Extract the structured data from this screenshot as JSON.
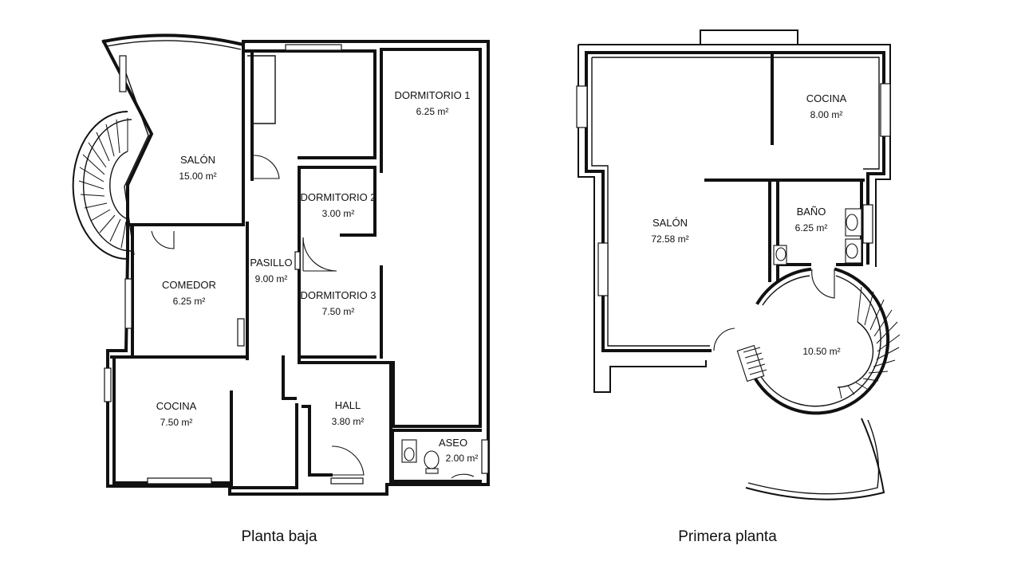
{
  "planta_baja": {
    "caption": "Planta baja",
    "rooms": [
      {
        "name": "SALÓN",
        "area": "15.00 m²"
      },
      {
        "name": "COMEDOR",
        "area": "6.25 m²"
      },
      {
        "name": "COCINA",
        "area": "7.50 m²"
      },
      {
        "name": "PASILLO",
        "area": "9.00 m²"
      },
      {
        "name": "DORMITORIO 1",
        "area": "6.25 m²"
      },
      {
        "name": "DORMITORIO 2",
        "area": "3.00 m²"
      },
      {
        "name": "DORMITORIO 3",
        "area": "7.50 m²"
      },
      {
        "name": "HALL",
        "area": "3.80 m²"
      },
      {
        "name": "ASEO",
        "area": "2.00 m²"
      }
    ]
  },
  "primera_planta": {
    "caption": "Primera planta",
    "rooms": [
      {
        "name": "COCINA",
        "area": "8.00 m²"
      },
      {
        "name": "SALÓN",
        "area": "72.58 m²"
      },
      {
        "name": "BAÑO",
        "area": "6.25 m²"
      },
      {
        "name": "",
        "area": "10.50 m²"
      }
    ]
  }
}
